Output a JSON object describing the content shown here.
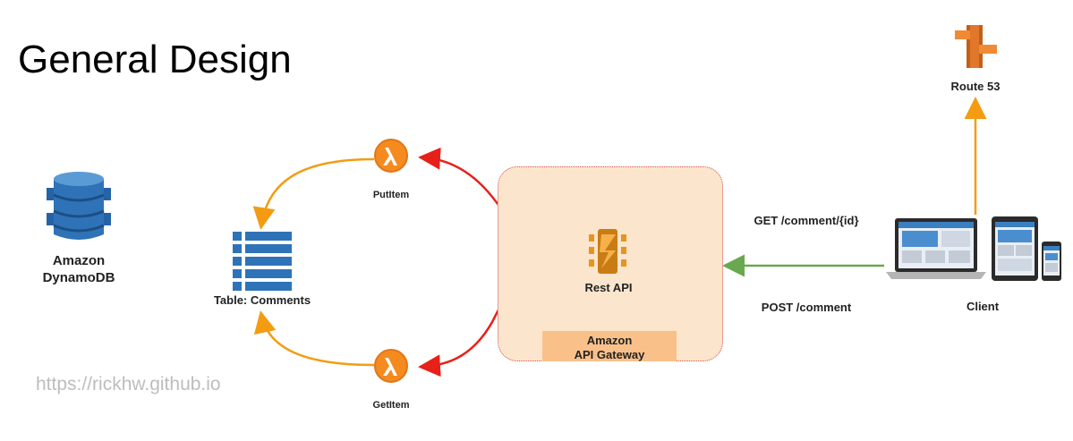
{
  "title": "General Design",
  "watermark": "https://rickhw.github.io",
  "dynamodb": {
    "label_line1": "Amazon",
    "label_line2": "DynamoDB",
    "icon": "dynamodb-icon"
  },
  "table": {
    "label": "Table: Comments",
    "icon": "table-icon"
  },
  "lambda_put": {
    "label": "PutItem",
    "icon": "lambda-icon"
  },
  "lambda_get": {
    "label": "GetItem",
    "icon": "lambda-icon"
  },
  "api_gateway": {
    "label": "Rest API",
    "box_line1": "Amazon",
    "box_line2": "API Gateway",
    "icon": "api-gateway-icon"
  },
  "route53": {
    "label": "Route 53",
    "icon": "route53-icon"
  },
  "client": {
    "label": "Client",
    "icon": "devices-icon"
  },
  "requests": {
    "get": "GET /comment/{id}",
    "post": "POST /comment"
  },
  "colors": {
    "lambda_arrow": "#f39c12",
    "api_arrow": "#e8201a",
    "client_arrow": "#6aa84f",
    "route_arrow": "#f39c12",
    "aws_orange": "#f58a1f",
    "dynamo_blue": "#2e73b8"
  }
}
